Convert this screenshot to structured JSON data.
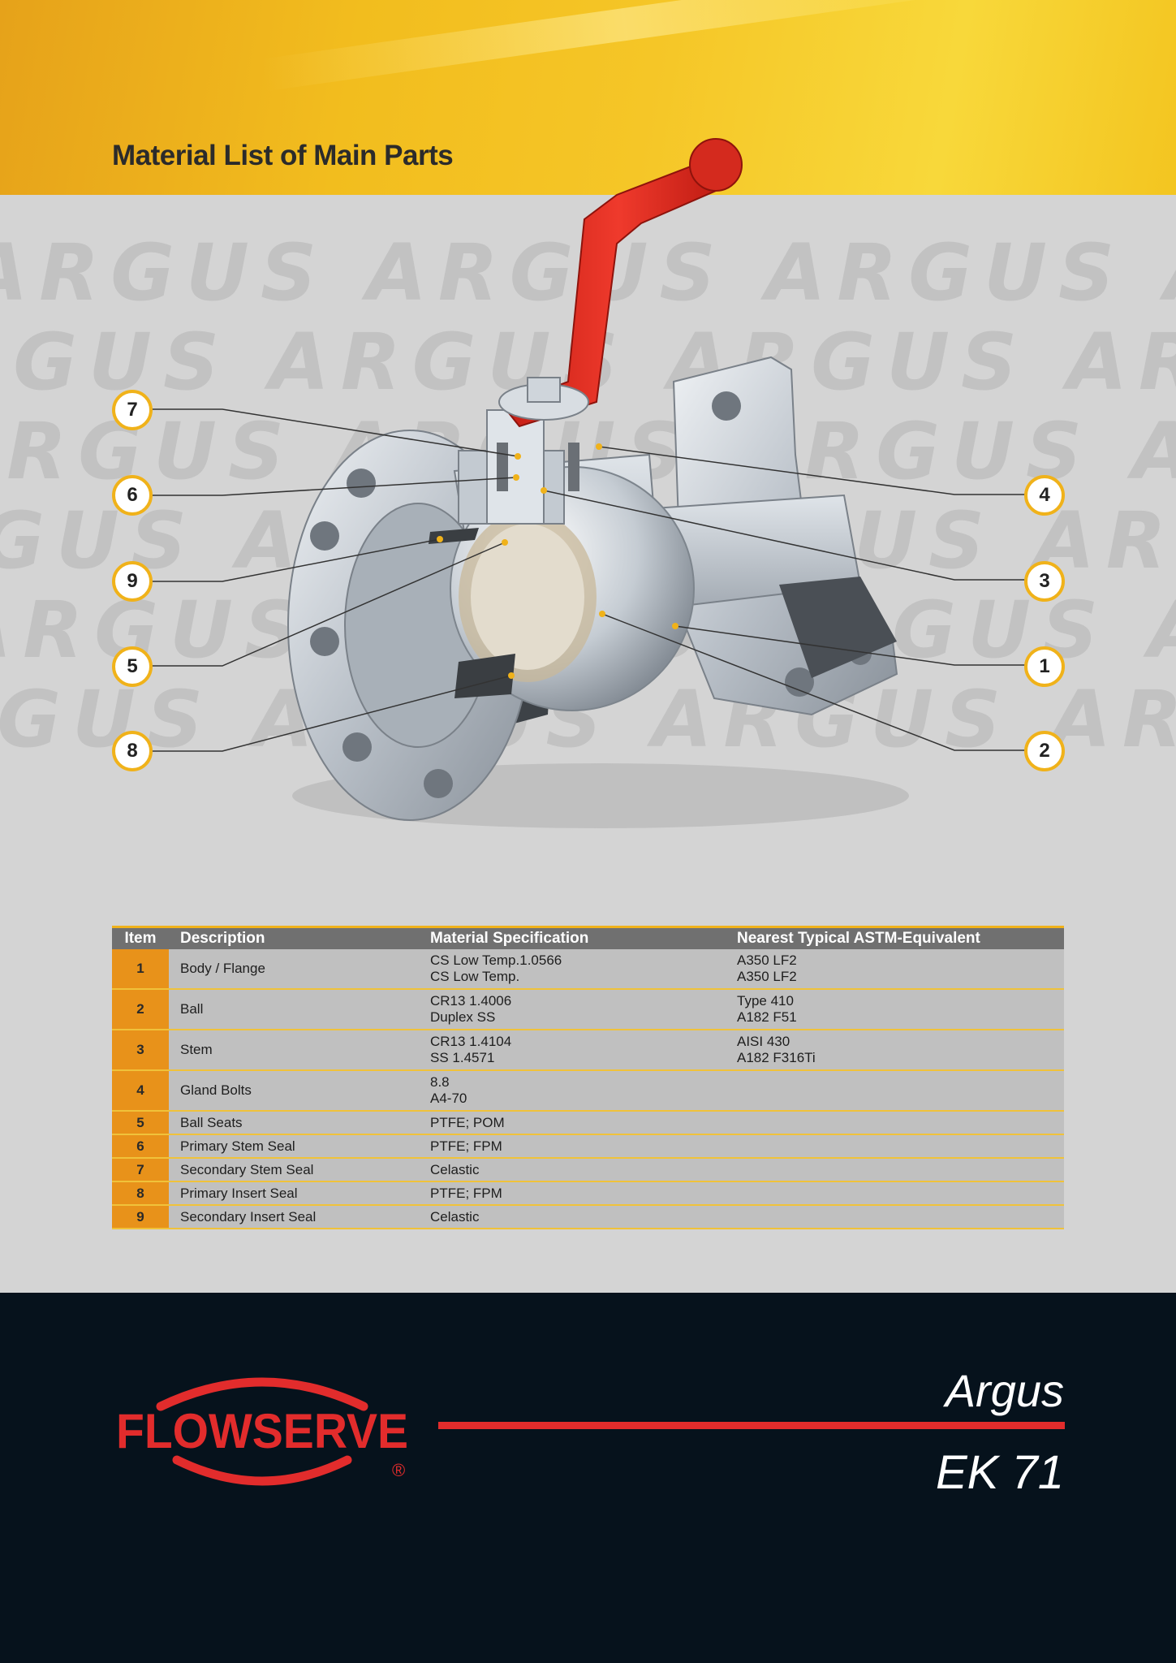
{
  "page_title": "Material List of Main Parts",
  "watermark_text": "ARGUS ARGUS ARGUS ARGUS ARGUS",
  "callouts_left": [
    "7",
    "6",
    "9",
    "5",
    "8"
  ],
  "callouts_right": [
    "4",
    "3",
    "1",
    "2"
  ],
  "table": {
    "headers": [
      "Item",
      "Description",
      "Material Specification",
      "Nearest Typical ASTM-Equivalent"
    ],
    "rows": [
      {
        "item": "1",
        "description": "Body / Flange",
        "spec1": "CS Low Temp.1.0566",
        "spec2": "CS Low Temp.",
        "astm1": "A350 LF2",
        "astm2": "A350 LF2"
      },
      {
        "item": "2",
        "description": "Ball",
        "spec1": "CR13 1.4006",
        "spec2": "Duplex SS",
        "astm1": "Type 410",
        "astm2": "A182 F51"
      },
      {
        "item": "3",
        "description": "Stem",
        "spec1": "CR13 1.4104",
        "spec2": "SS 1.4571",
        "astm1": "AISI 430",
        "astm2": "A182 F316Ti"
      },
      {
        "item": "4",
        "description": "Gland Bolts",
        "spec1": "8.8",
        "spec2": "A4-70",
        "astm1": "",
        "astm2": ""
      },
      {
        "item": "5",
        "description": "Ball Seats",
        "spec1": "PTFE; POM",
        "astm1": ""
      },
      {
        "item": "6",
        "description": "Primary Stem Seal",
        "spec1": "PTFE; FPM",
        "astm1": ""
      },
      {
        "item": "7",
        "description": "Secondary Stem Seal",
        "spec1": "Celastic",
        "astm1": ""
      },
      {
        "item": "8",
        "description": "Primary Insert Seal",
        "spec1": "PTFE; FPM",
        "astm1": ""
      },
      {
        "item": "9",
        "description": "Secondary Insert Seal",
        "spec1": "Celastic",
        "astm1": ""
      }
    ]
  },
  "footer": {
    "brand": "FLOWSERVE",
    "registered": "®",
    "product_name": "Argus",
    "model": "EK 71"
  },
  "colors": {
    "accent_yellow": "#f0b21a",
    "brand_red": "#e22c2c",
    "footer_bg": "#06121c"
  }
}
